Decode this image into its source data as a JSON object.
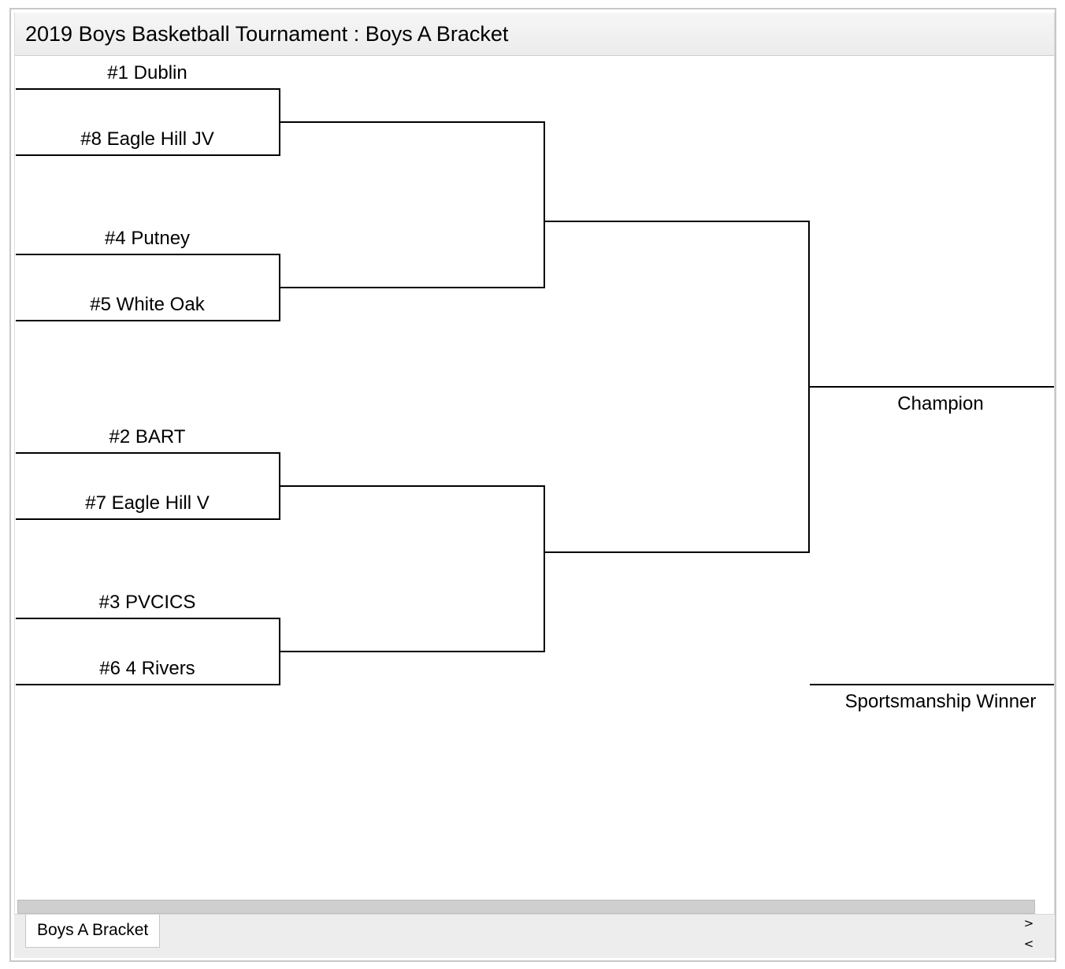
{
  "title": "2019 Boys Basketball Tournament : Boys A Bracket",
  "round1": [
    {
      "label": "#1 Dublin"
    },
    {
      "label": "#8 Eagle Hill JV"
    },
    {
      "label": "#4 Putney"
    },
    {
      "label": "#5 White Oak"
    },
    {
      "label": "#2 BART"
    },
    {
      "label": "#7 Eagle Hill V"
    },
    {
      "label": "#3 PVCICS"
    },
    {
      "label": "#6 4 Rivers"
    }
  ],
  "champion_label": "Champion",
  "sportsmanship_label": "Sportsmanship Winner",
  "tabs": [
    {
      "label": "Boys A Bracket"
    }
  ],
  "nav": {
    "next": ">",
    "prev": "<"
  }
}
